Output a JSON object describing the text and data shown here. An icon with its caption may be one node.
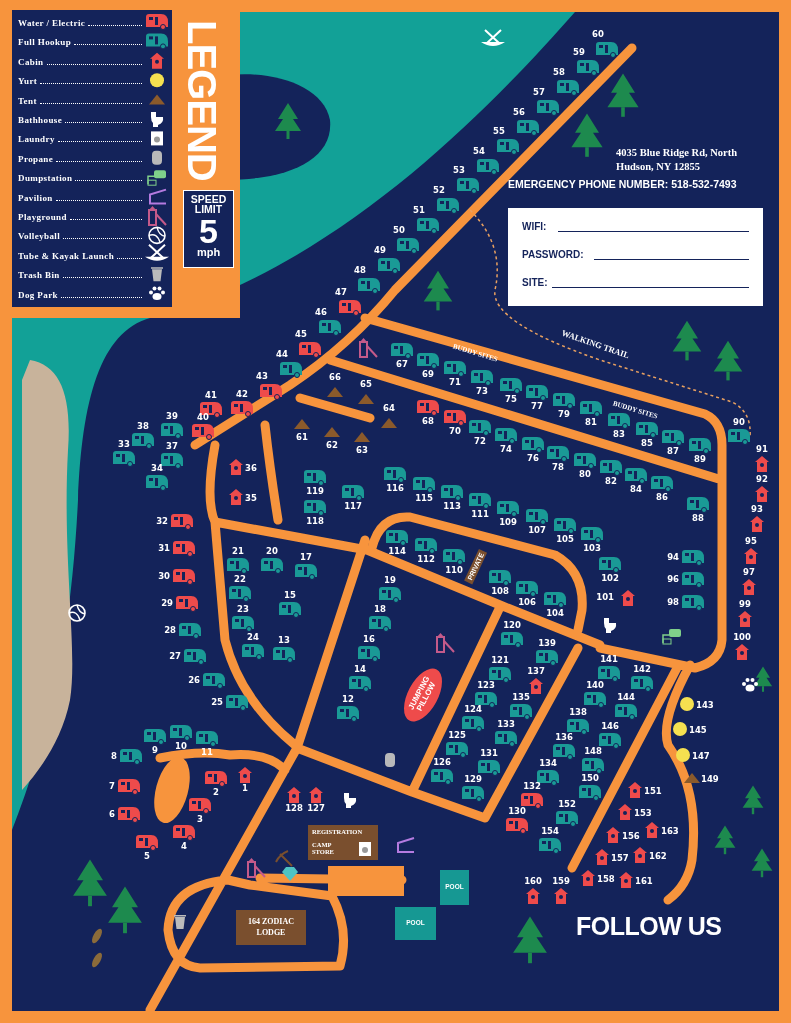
{
  "diagram": {
    "labels": [
      "LEGEND",
      "SPEED LIMIT",
      "5",
      "mph",
      "4035 Blue Ridge Rd, North Hudson, NY 12855",
      "EMERGENCY PHONE NUMBER: 518-532-7493",
      "WIFI:",
      "PASSWORD:",
      "SITE:",
      "60",
      "59",
      "58",
      "57",
      "56",
      "55",
      "54",
      "53",
      "52",
      "51",
      "50",
      "49",
      "48",
      "47",
      "46",
      "45",
      "44",
      "43",
      "42",
      "41",
      "40",
      "39",
      "38",
      "33",
      "37",
      "36",
      "34",
      "35",
      "32",
      "31",
      "30",
      "29",
      "28",
      "27",
      "26",
      "25",
      "21",
      "20",
      "17",
      "22",
      "15",
      "23",
      "24",
      "13",
      "19",
      "18",
      "16",
      "14",
      "12",
      "9",
      "10",
      "11",
      "8",
      "7",
      "6",
      "2",
      "1",
      "3",
      "4",
      "5",
      "128",
      "127",
      "67",
      "69",
      "71",
      "73",
      "75",
      "77",
      "79",
      "81",
      "83",
      "85",
      "87",
      "89",
      "66",
      "65",
      "64",
      "61",
      "62",
      "63",
      "68",
      "70",
      "72",
      "74",
      "76",
      "78",
      "80",
      "82",
      "84",
      "86",
      "90",
      "91",
      "92",
      "93",
      "95",
      "97",
      "99",
      "100",
      "119",
      "118",
      "117",
      "116",
      "115",
      "113",
      "111",
      "109",
      "107",
      "105",
      "103",
      "88",
      "114",
      "112",
      "110",
      "108",
      "106",
      "104",
      "102",
      "101",
      "94",
      "96",
      "98",
      "120",
      "139",
      "121",
      "137",
      "123",
      "135",
      "124",
      "133",
      "125",
      "131",
      "126",
      "129",
      "132",
      "130",
      "141",
      "142",
      "140",
      "144",
      "138",
      "146",
      "136",
      "148",
      "134",
      "150",
      "152",
      "154",
      "143",
      "145",
      "147",
      "149",
      "151",
      "153",
      "163",
      "156",
      "162",
      "157",
      "158",
      "161",
      "160",
      "159",
      "BUDDY SITES",
      "BUDDY SITES",
      "WALKING TRAIL",
      "PRIVATE",
      "JUMPING PILLOW",
      "REGISTRATION",
      "CAMP STORE",
      "164 ZODIAC LODGE",
      "POOL",
      "POOL",
      "FOLLOW US"
    ],
    "legend": [
      {
        "text": "Water / Electric"
      },
      {
        "text": "Full Hookup"
      },
      {
        "text": "Cabin"
      },
      {
        "text": "Yurt"
      },
      {
        "text": "Tent"
      },
      {
        "text": "Bathhouse"
      },
      {
        "text": "Laundry"
      },
      {
        "text": "Propane"
      },
      {
        "text": "Dumpstation"
      },
      {
        "text": "Pavilion"
      },
      {
        "text": "Playground"
      },
      {
        "text": "Volleyball"
      },
      {
        "text": "Tube & Kayak Launch"
      },
      {
        "text": "Trash Bin"
      },
      {
        "text": "Dog Park"
      }
    ]
  }
}
